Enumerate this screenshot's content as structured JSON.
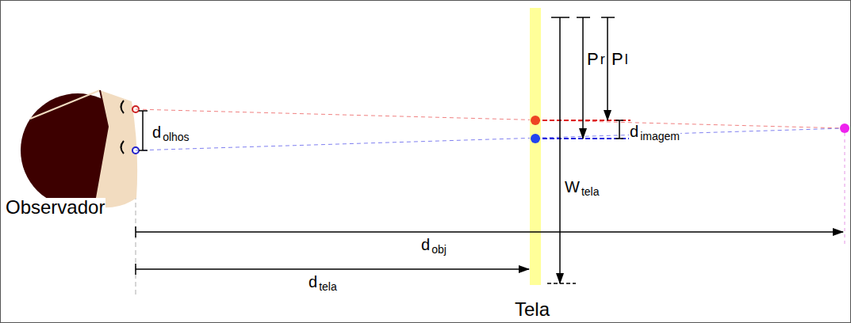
{
  "diagram": {
    "labels": [
      "d",
      "olhos",
      "Observador",
      "P",
      "r",
      "P",
      "l",
      "d",
      "imagem",
      "W",
      "tela",
      "d",
      "obj",
      "d",
      "tela",
      "Tela"
    ]
  }
}
